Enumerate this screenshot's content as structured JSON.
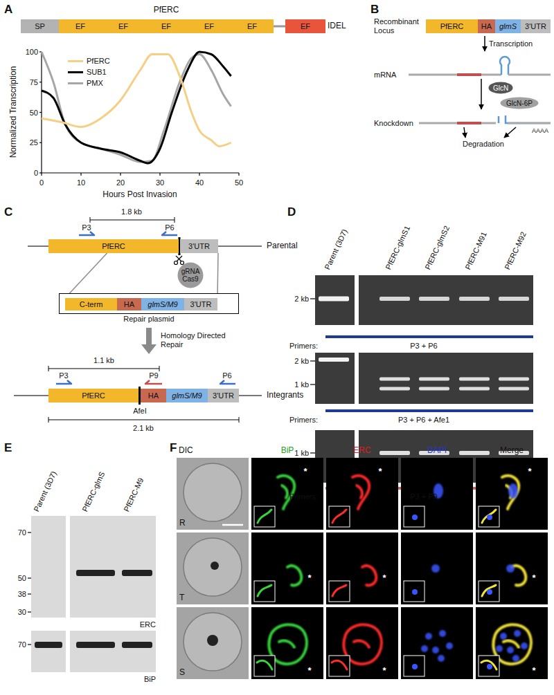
{
  "diagram": {
    "nodes": [
      {
        "text": [
          "SP"
        ]
      },
      {
        "text": [
          "EF"
        ]
      },
      {
        "text": [
          "EF"
        ]
      },
      {
        "text": [
          "EF"
        ]
      },
      {
        "text": [
          "EF"
        ]
      },
      {
        "text": [
          "EF"
        ]
      },
      {
        "text": [
          "EF"
        ]
      },
      {
        "text": [
          "PfERC"
        ]
      },
      {
        "text": [
          "HA"
        ]
      },
      {
        "text": [
          "glmS"
        ]
      },
      {
        "text": [
          "3'UTR"
        ]
      },
      {
        "text": [
          "GlcN"
        ]
      },
      {
        "text": [
          "GlcN-6P"
        ]
      },
      {
        "text": [
          "PfERC"
        ]
      },
      {
        "text": [
          "3'UTR"
        ]
      },
      {
        "text": [
          "gRNA Cas9"
        ]
      },
      {
        "text": [
          "Repair plasmid"
        ]
      },
      {
        "text": [
          "C-term"
        ],
        "in": 16
      },
      {
        "text": [
          "HA"
        ],
        "in": 16
      },
      {
        "text": [
          "glmS/M9"
        ],
        "in": 16
      },
      {
        "text": [
          "3'UTR"
        ],
        "in": 16
      },
      {
        "text": [
          "PfERC"
        ]
      },
      {
        "text": [
          "HA"
        ]
      },
      {
        "text": [
          "glmS/M9"
        ]
      },
      {
        "text": [
          "3'UTR"
        ]
      }
    ],
    "edges": [
      {
        "from": 13,
        "to": 17,
        "arrow": "none"
      },
      {
        "from": 14,
        "to": 20,
        "arrow": "none"
      }
    ],
    "labels": [
      "A",
      "PfERC",
      "IDEL",
      "100",
      "75",
      "50",
      "25",
      "0",
      "0",
      "10",
      "20",
      "30",
      "40",
      "50",
      "Normalized Transcription",
      "Hours Post Invasion",
      "B",
      "Recombinant Locus",
      "Transcription",
      "mRNA",
      "Knockdown",
      "AAAA",
      "Degradation",
      "C",
      "1.8 kb",
      "P3",
      "P6",
      "Parental",
      "Homology Directed Repair",
      "1.1 kb",
      "P3",
      "P9",
      "P6",
      "Integrants",
      "AfeI",
      "2.1 kb",
      "D",
      "Parent (3D7)",
      "PfERC-glmS1",
      "PfERC-glmS2",
      "PfERC-M91",
      "PfERC-M92",
      "2 kb",
      "Primers:",
      "P3 + P6",
      "2 kb",
      "1 kb",
      "Primers:",
      "P3 + P6 + Afe1",
      "1 kb",
      "Primers:",
      "P3 + P9",
      "E",
      "Parent (3D7)",
      "PfERC-glmS",
      "PfERC-M9",
      "70",
      "50",
      "38",
      "30",
      "ERC",
      "70",
      "BiP",
      "F",
      "DIC",
      "BiP",
      "ERC",
      "DAPI",
      "Merge",
      "R",
      "T",
      "S",
      "*",
      "*",
      "*",
      "*",
      "*",
      "*",
      "*",
      "*",
      "*"
    ],
    "legend": [
      {
        "text": "PfERC",
        "color": "#f5cf86"
      },
      {
        "text": "SUB1",
        "color": "#000000"
      },
      {
        "text": "PMX",
        "color": "#a6a6a6"
      }
    ]
  }
}
